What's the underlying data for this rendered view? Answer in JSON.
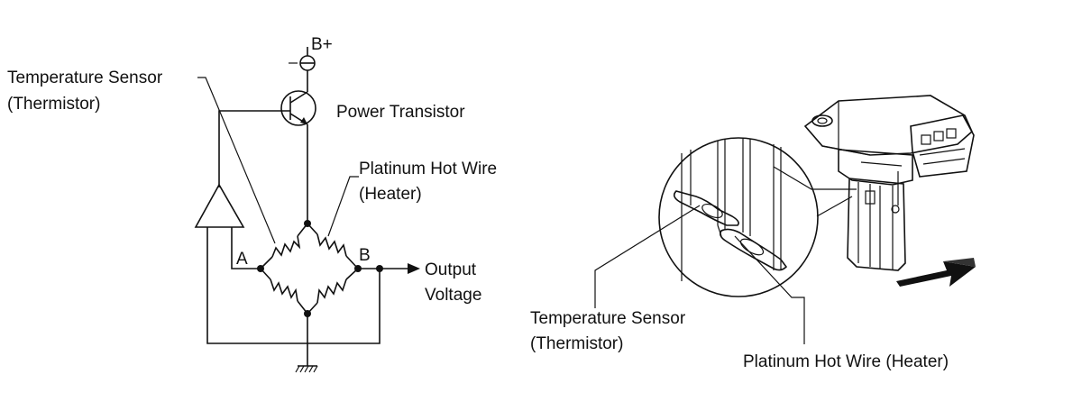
{
  "circuit": {
    "supply_label": "B+",
    "transistor_label": "Power Transistor",
    "thermistor_label_line1": "Temperature Sensor",
    "thermistor_label_line2": "(Thermistor)",
    "hotwire_label_line1": "Platinum Hot Wire",
    "hotwire_label_line2": "(Heater)",
    "node_a_label": "A",
    "node_b_label": "B",
    "output_label_line1": "Output",
    "output_label_line2": "Voltage"
  },
  "sensor": {
    "thermistor_label_line1": "Temperature Sensor",
    "thermistor_label_line2": "(Thermistor)",
    "hotwire_label": "Platinum Hot Wire (Heater)"
  },
  "colors": {
    "ink": "#111111",
    "background": "#ffffff"
  }
}
